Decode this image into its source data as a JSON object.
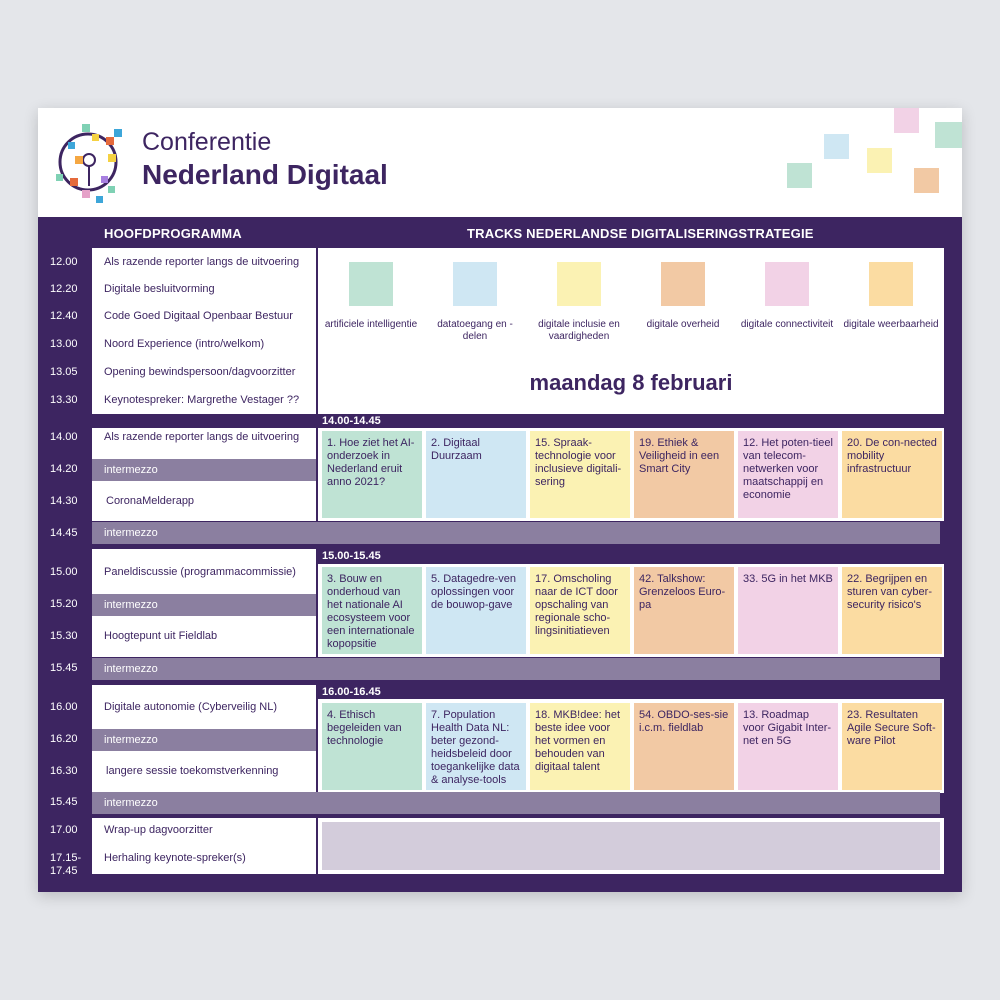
{
  "header": {
    "title_line1": "Conferentie",
    "title_line2": "Nederland Digitaal"
  },
  "columns": {
    "left": "HOOFDPROGRAMMA",
    "right": "TRACKS NEDERLANDSE DIGITALISERINGSTRATEGIE"
  },
  "schedule": [
    {
      "time": "12.00",
      "label": "Als razende reporter langs de uitvoering"
    },
    {
      "time": "12.20",
      "label": "Digitale besluitvorming"
    },
    {
      "time": "12.40",
      "label": "Code Goed Digitaal Openbaar Bestuur"
    },
    {
      "time": "13.00",
      "label": "Noord Experience (intro/welkom)"
    },
    {
      "time": "13.05",
      "label": "Opening bewindspersoon/dagvoorzitter"
    },
    {
      "time": "13.30",
      "label": "Keynotespreker: Margrethe Vestager ??"
    },
    {
      "time": "14.00",
      "label": "Als razende reporter langs de uitvoering"
    },
    {
      "time": "14.20",
      "label": "intermezzo"
    },
    {
      "time": "14.30",
      "label": "CoronaMelderapp"
    },
    {
      "time": "14.45",
      "label": "intermezzo"
    },
    {
      "time": "15.00",
      "label": "Paneldiscussie (programmacommissie)"
    },
    {
      "time": "15.20",
      "label": "intermezzo"
    },
    {
      "time": "15.30",
      "label": "Hoogtepunt uit Fieldlab"
    },
    {
      "time": "15.45",
      "label": "intermezzo"
    },
    {
      "time": "16.00",
      "label": "Digitale autonomie (Cyberveilig NL)"
    },
    {
      "time": "16.20",
      "label": "intermezzo"
    },
    {
      "time": "16.30",
      "label": "langere sessie toekomstverkenning"
    },
    {
      "time": "15.45",
      "label": "intermezzo"
    },
    {
      "time": "17.00",
      "label": "Wrap-up dagvoorzitter"
    },
    {
      "time": "17.15-\n17.45",
      "label": "Herhaling keynote-spreker(s)"
    }
  ],
  "legend": [
    {
      "label": "artificiele intelligentie",
      "color": "#bfe3d4"
    },
    {
      "label": "datatoegang en -delen",
      "color": "#cfe7f3"
    },
    {
      "label": "digitale inclusie en vaardigheden",
      "color": "#fbf2b3"
    },
    {
      "label": "digitale overheid",
      "color": "#f2c9a4"
    },
    {
      "label": "digitale connectiviteit",
      "color": "#f2d2e6"
    },
    {
      "label": "digitale weerbaarheid",
      "color": "#fbdca2"
    }
  ],
  "date": "maandag 8 februari",
  "slots": [
    {
      "label": "14.00-14.45",
      "cards": [
        "1.    Hoe ziet het AI-onderzoek in Nederland eruit anno 2021?",
        "2.    Digitaal Duurzaam",
        "15.   Spraak-technologie voor inclusieve digitali-sering",
        "19.   Ethiek & Veiligheid in een Smart City",
        "12.   Het poten-tieel van telecom-netwerken voor maatschappij en economie",
        "20.   De con-nected mobility infrastructuur"
      ]
    },
    {
      "label": "15.00-15.45",
      "cards": [
        "3.    Bouw en onderhoud van het nationale AI ecosysteem voor een internationale kopopsitie",
        "5.    Datagedre-ven oplossingen voor de bouwop-gave",
        "17.   Omscholing naar de ICT door opschaling van regionale scho-lingsinitiatieven",
        "42.  Talkshow: Grenzeloos Euro-pa",
        "33.   5G in het MKB",
        "22.   Begrijpen en sturen van cyber-security risico's"
      ]
    },
    {
      "label": "16.00-16.45",
      "cards": [
        "4.    Ethisch begeleiden van technologie",
        "7.    Population Health Data NL: beter gezond-heidsbeleid door toegankelijke data & analyse-tools",
        "18.   MKB!dee: het beste idee voor het vormen en behouden van digitaal talent",
        "54.   OBDO-ses-sie i.c.m. fieldlab",
        "13.   Roadmap voor Gigabit Inter-net en 5G",
        "23.   Resultaten Agile Secure Soft-ware Pilot"
      ]
    }
  ]
}
